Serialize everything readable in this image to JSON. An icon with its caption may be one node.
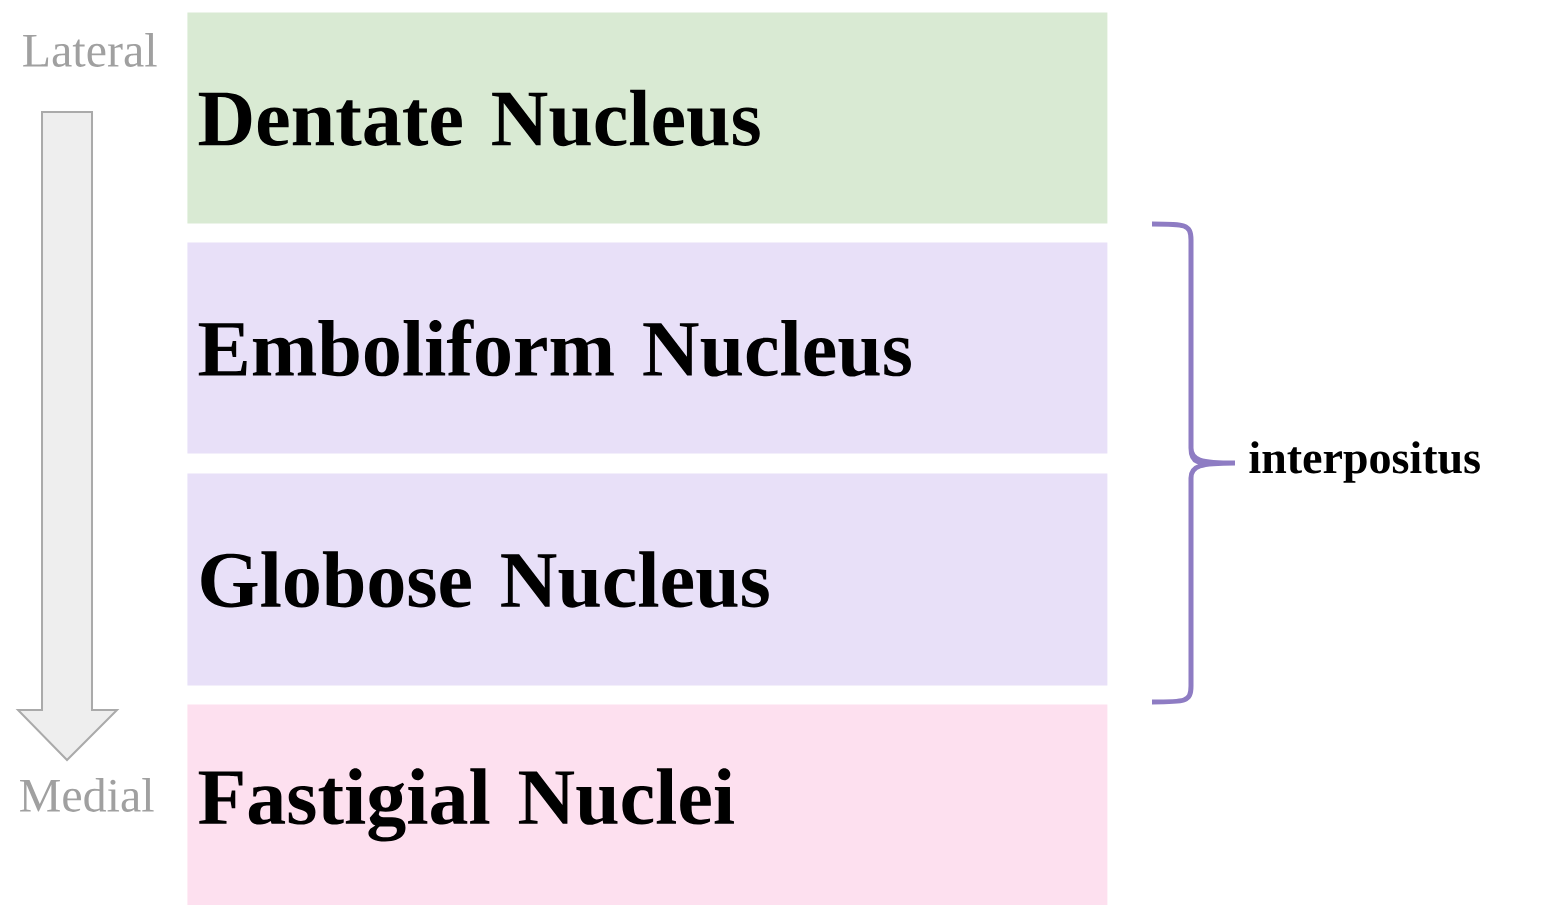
{
  "diagram": {
    "nodes": [
      {
        "text": [
          "Dentate Nucleus"
        ]
      },
      {
        "text": [
          "Emboliform Nucleus"
        ]
      },
      {
        "text": [
          "Globose Nucleus"
        ]
      },
      {
        "text": [
          "Fastigial Nuclei"
        ]
      }
    ],
    "labels": [
      "Lateral",
      "Medial",
      "interpositus"
    ]
  }
}
